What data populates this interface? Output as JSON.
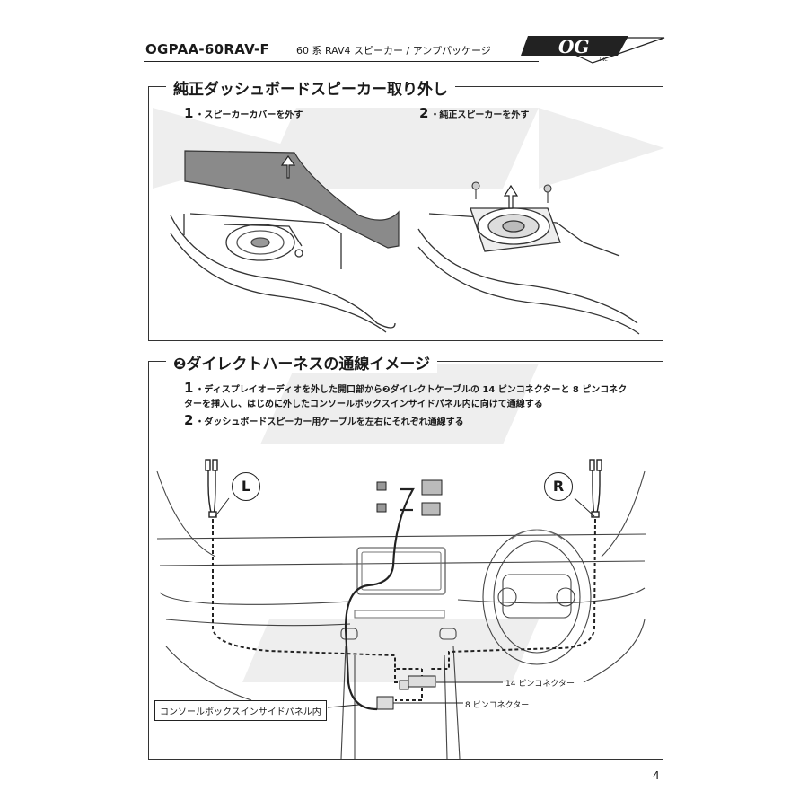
{
  "header": {
    "model": "OGPAA-60RAV-F",
    "subtitle": "60 系 RAV4 スピーカー / アンプパッケージ",
    "logo_text": "OG",
    "logo_sub": "INC"
  },
  "section1": {
    "title": "純正ダッシュボードスピーカー取り外し",
    "steps": [
      {
        "num": "1",
        "text": "・スピーカーカバーを外す"
      },
      {
        "num": "2",
        "text": "・純正スピーカーを外す"
      }
    ]
  },
  "section2": {
    "title": "❷ダイレクトハーネスの通線イメージ",
    "steps": [
      {
        "num": "1",
        "text": "・ディスプレイオーディオを外した開口部から❷ダイレクトケーブルの 14 ピンコネクターと 8 ピンコネクターを挿入し、はじめに外したコンソールボックスインサイドパネル内に向けて通線する"
      },
      {
        "num": "2",
        "text": "・ダッシュボードスピーカー用ケーブルを左右にそれぞれ通線する"
      }
    ],
    "left_marker": "L",
    "right_marker": "R",
    "label_14pin": "14 ピンコネクター",
    "label_8pin": "8 ピンコネクター",
    "panel_label": "コンソールボックスインサイドパネル内"
  },
  "footer": {
    "page_number": "4"
  }
}
